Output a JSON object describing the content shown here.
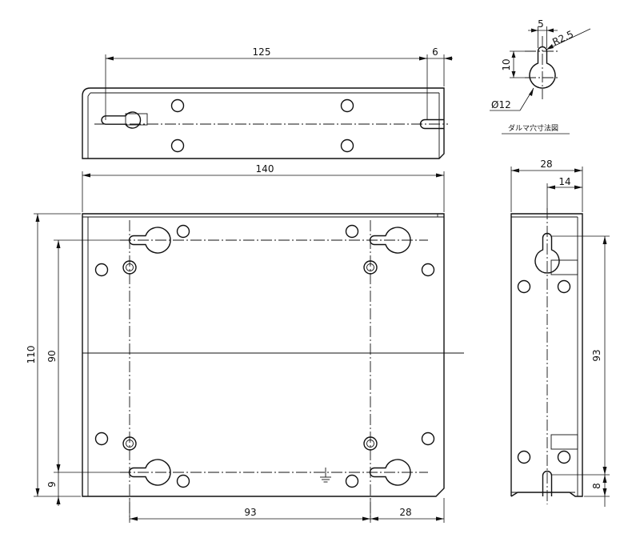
{
  "colors": {
    "line": "#111111",
    "background": "#ffffff"
  },
  "top_view": {
    "dim_length": "125",
    "dim_end": "6"
  },
  "front_view": {
    "dim_width": "140",
    "dim_height": "110",
    "dim_hole_pitch_v": "90",
    "dim_bottom_offset": "9",
    "dim_hole_pitch_h": "93",
    "dim_right_offset": "28"
  },
  "side_view": {
    "dim_depth": "28",
    "dim_half_depth": "14",
    "dim_hole_pitch_v": "93",
    "dim_bottom_offset": "8"
  },
  "keyhole_detail": {
    "dim_slot_width": "5",
    "dim_radius": "R2.5",
    "dim_slot_length": "10",
    "dim_diameter": "Ø12",
    "caption": "ダルマ穴寸法図"
  }
}
